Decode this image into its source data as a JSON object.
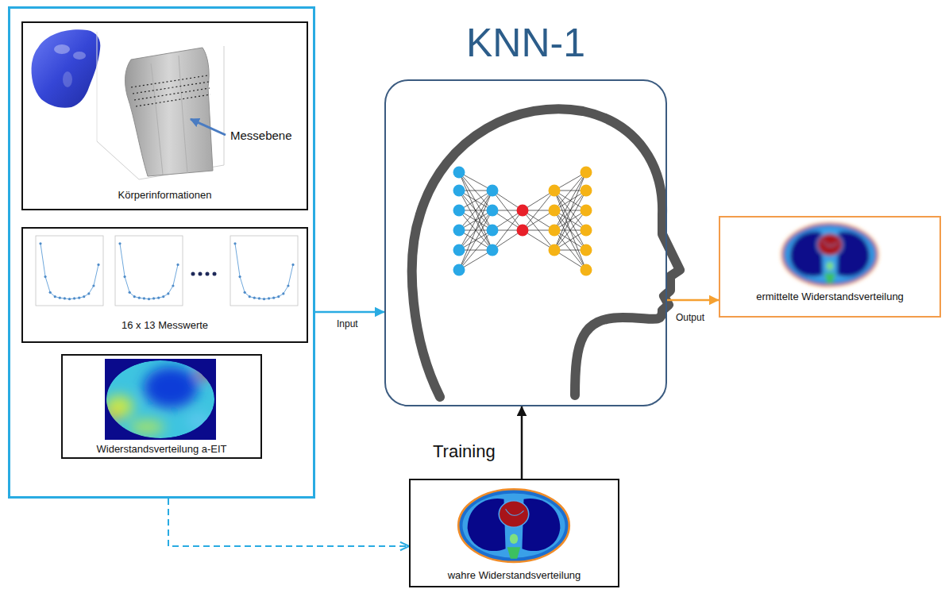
{
  "diagram": {
    "nodes": [
      {
        "text": []
      },
      {
        "text": [
          "Messebene",
          "Körperinformationen"
        ],
        "in": 0
      },
      {
        "text": [
          "16 x 13 Messwerte"
        ],
        "in": 0
      },
      {
        "text": [
          "Widerstandsverteilung a-EIT"
        ],
        "in": 0
      },
      {
        "text": [
          "KNN-1"
        ]
      },
      {
        "text": [
          "ermittelte Widerstandsverteilung"
        ]
      },
      {
        "text": [
          "wahre Widerstandsverteilung"
        ]
      }
    ],
    "edges": [
      {
        "from": 0,
        "to": 4,
        "arrow": "to",
        "label": "Input"
      },
      {
        "from": 4,
        "to": 5,
        "arrow": "to",
        "label": "Output"
      },
      {
        "from": 6,
        "to": 4,
        "arrow": "to",
        "label": "Training"
      },
      {
        "from": 0,
        "to": 6,
        "arrow": "to"
      }
    ]
  }
}
